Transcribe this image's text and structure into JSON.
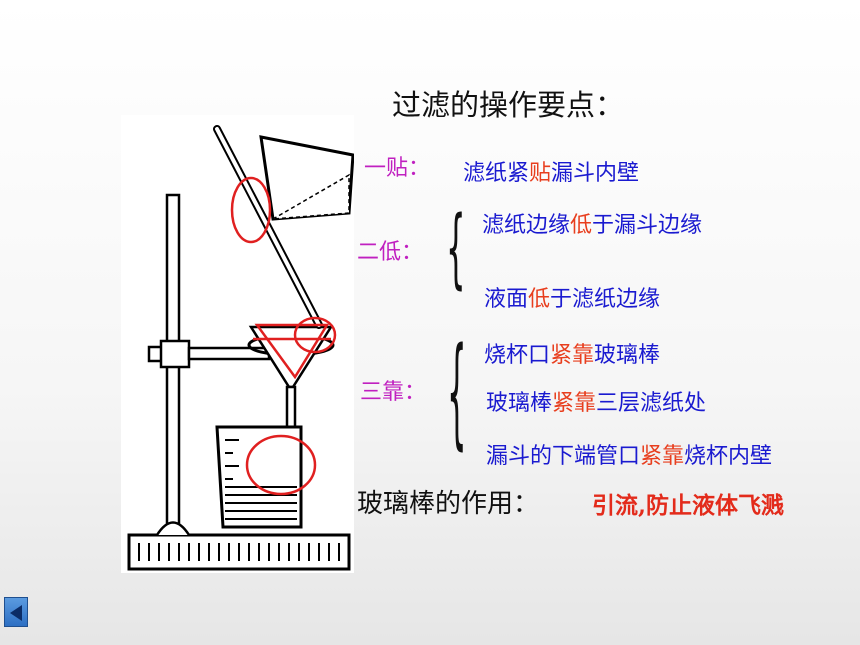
{
  "title": "过滤的操作要点：",
  "tie": {
    "label": "一贴：",
    "item": {
      "before": "滤纸紧",
      "em": "贴",
      "after": "漏斗内壁"
    }
  },
  "low": {
    "label": "二低：",
    "items": [
      {
        "before": "滤纸边缘",
        "em": "低",
        "after": "于漏斗边缘"
      },
      {
        "before": "液面",
        "em": "低",
        "after": "于滤纸边缘"
      }
    ]
  },
  "kao": {
    "label": "三靠：",
    "items": [
      {
        "before": "烧杯口",
        "em": "紧靠",
        "after": "玻璃棒"
      },
      {
        "before": "玻璃棒",
        "em": "紧靠",
        "after": "三层滤纸处"
      },
      {
        "before": "漏斗的下端管口",
        "em": "紧靠",
        "after": "烧杯内壁"
      }
    ]
  },
  "rod_role": {
    "label": "玻璃棒的作用：",
    "value": "引流,防止液体飞溅"
  },
  "nav": {
    "icon": "triangle-left-icon"
  },
  "colors": {
    "label_magenta": "#c020c0",
    "text_blue": "#1a1ad0",
    "emphasis_red": "#e83e1e",
    "marker_red": "#e02020"
  }
}
